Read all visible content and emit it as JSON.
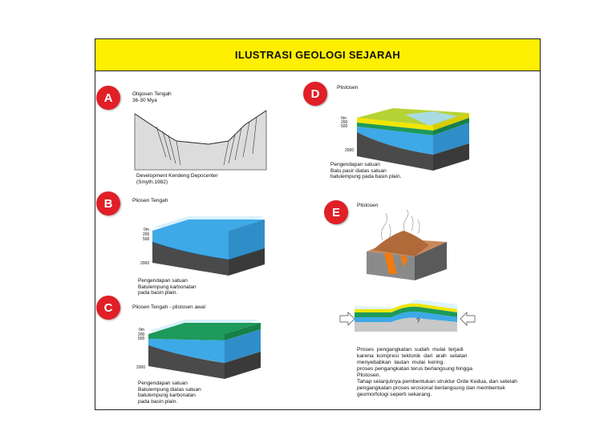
{
  "title": "ILUSTRASI GEOLOGI SEJARAH",
  "panels": {
    "a": {
      "letter": "A",
      "epoch": "Oligosen Tengah",
      "age": "36-30 Mya",
      "caption1": "Development Kendeng Depocenter",
      "caption2": "(Smyth.1982)"
    },
    "b": {
      "letter": "B",
      "epoch": "Pliosen Tengah",
      "caption": "Pengendapan satuan\nBatulempung karbonatan\npada basin plain.",
      "ticks": [
        "0m",
        "200",
        "500",
        "2000"
      ]
    },
    "c": {
      "letter": "C",
      "epoch": "Pliosen Tengah - plistosen awal",
      "caption": "Pengendapan satuan\nBatulempung diatas satuan\nbatulempung karbonatan\npada basin plain.",
      "ticks": [
        "0m",
        "200",
        "500",
        "2000"
      ]
    },
    "d": {
      "letter": "D",
      "epoch": "Plistosen",
      "caption": "Pengendapan satuan\nBatu pasir diatas satuan\nbatulempung pada basin plain.",
      "ticks": [
        "0m",
        "200",
        "500",
        "2000"
      ]
    },
    "e": {
      "letter": "E",
      "epoch": "Plistosen",
      "question_mark": "?",
      "caption": "Proses  pengangkatan  sudah  mulai  terjadi\nkarena  kompresi  tektonik  dari  arah  selatan\nmenyebabkan  lautan  mulai  kering.\nproses pengangkatan terus berlangsung hingga\nPlistosen.\nTahap selanjutnya pembentukan struktur Orde Kedua, dan setelah\npengangkatan proses erosional berlangsung dan membentuk\ngeomorfologi seperti sekarang."
    }
  },
  "colors": {
    "title_bg": "#ffef00",
    "circle": "#e01f26",
    "sea": "#3da9e6",
    "sea_light": "#a8dcf5",
    "basement": "#4a4a4a",
    "green": "#1e9a5a",
    "yellow_green": "#b5d334",
    "yellow": "#f2e600"
  }
}
